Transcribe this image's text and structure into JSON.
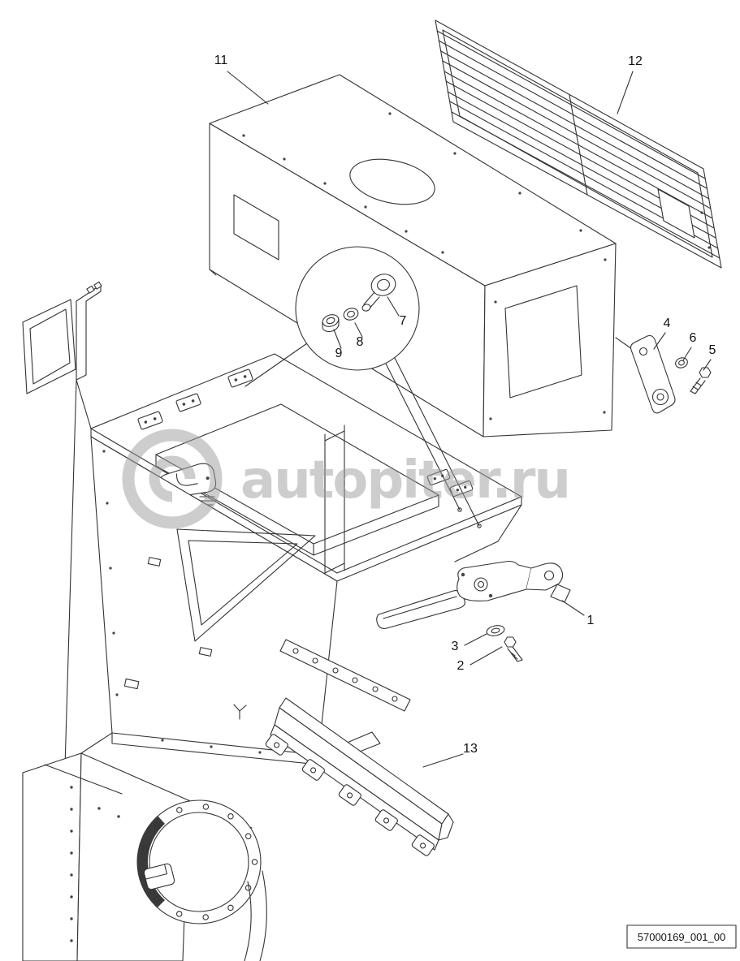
{
  "diagram": {
    "watermark_text": "autopiter.ru",
    "doc_id": "57000169_001_00",
    "parts": {
      "p1": "1",
      "p2": "2",
      "p3": "3",
      "p4": "4",
      "p5": "5",
      "p6": "6",
      "p7": "7",
      "p8": "8",
      "p9": "9",
      "p11": "11",
      "p12": "12",
      "p13": "13"
    },
    "colors": {
      "line": "#333333",
      "watermark": "#9d9d9d",
      "background": "#ffffff"
    }
  }
}
